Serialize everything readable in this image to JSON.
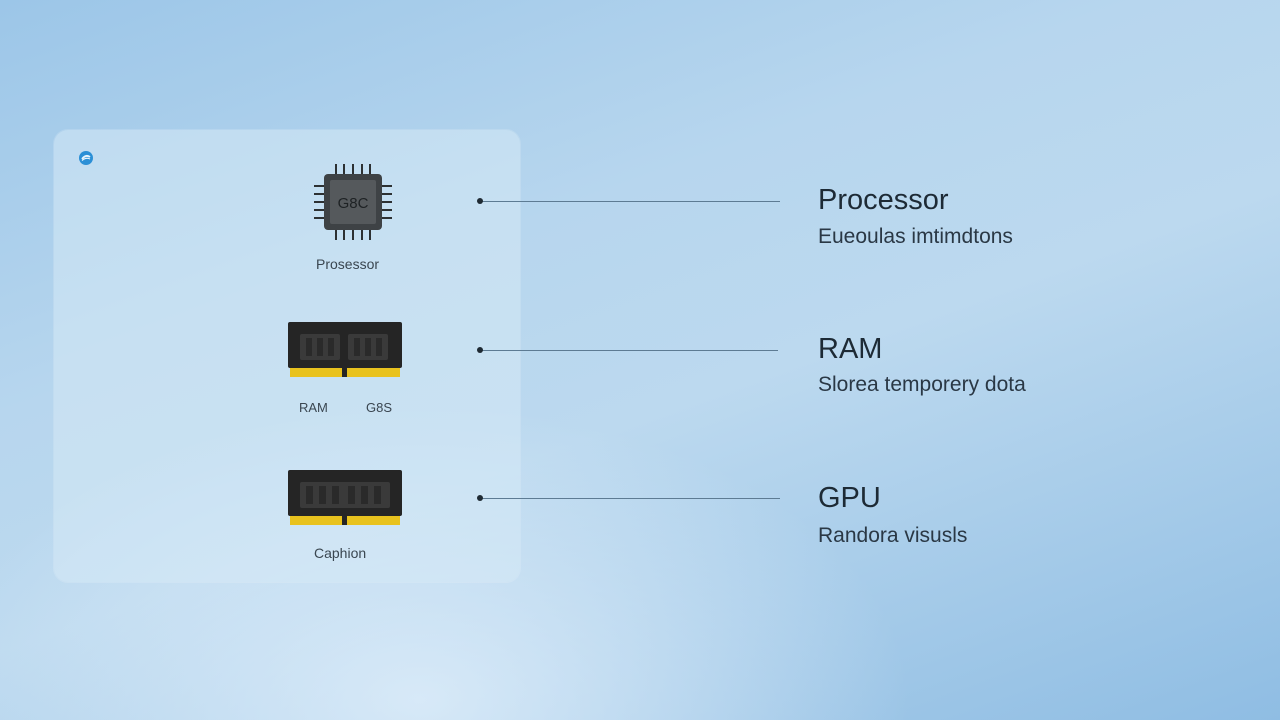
{
  "panel": {
    "components": [
      {
        "id": "processor",
        "caption": "Prosessor",
        "chip_marking": "G8C",
        "icon": "cpu-chip-icon"
      },
      {
        "id": "ram",
        "caption": "RAM",
        "caption_secondary": "G8S",
        "icon": "ram-module-icon"
      },
      {
        "id": "gpu",
        "caption": "Caphion",
        "icon": "graphics-card-icon"
      }
    ],
    "logo_icon": "brand-logo-icon"
  },
  "labels": [
    {
      "title": "Processor",
      "description": "Eueoulas imtimdtons"
    },
    {
      "title": "RAM",
      "description": "Slorea temporery dota"
    },
    {
      "title": "GPU",
      "description": "Randora visusls"
    }
  ],
  "colors": {
    "background_start": "#9cc6e8",
    "background_end": "#8fbde3",
    "panel": "#d6e9f6",
    "chip": "#3e4245",
    "ram_body": "#252525",
    "ram_contacts": "#e8c21e",
    "connector": "#5d7b93",
    "title_text": "#1d2a35",
    "logo": "#2b8fd6"
  }
}
